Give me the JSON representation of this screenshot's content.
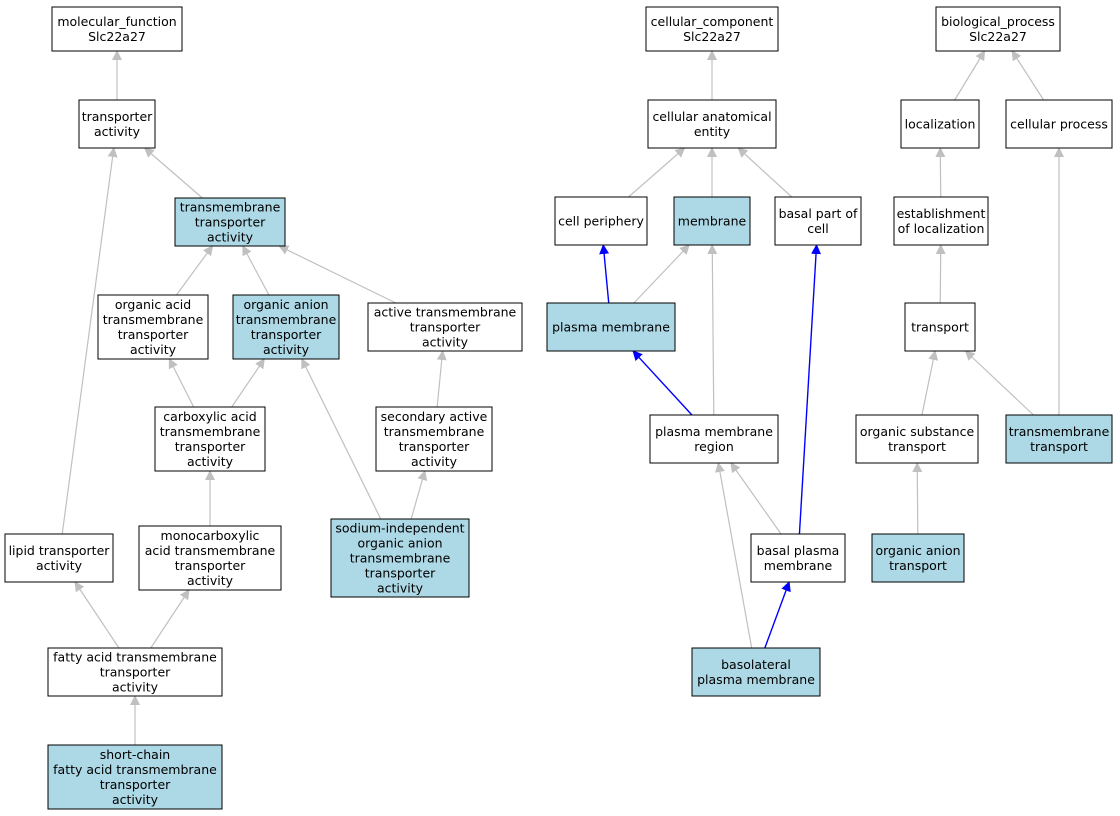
{
  "colors": {
    "highlight_fill": "#add8e6",
    "plain_fill": "#ffffff",
    "gray_edge": "#c0c0c0",
    "blue_edge": "#0000ff"
  },
  "nodes": [
    {
      "id": "mf",
      "lines": [
        "molecular_function",
        "Slc22a27"
      ],
      "highlight": false
    },
    {
      "id": "ta",
      "lines": [
        "transporter",
        "activity"
      ],
      "highlight": false
    },
    {
      "id": "tmta",
      "lines": [
        "transmembrane",
        "transporter",
        "activity"
      ],
      "highlight": true
    },
    {
      "id": "oatta",
      "lines": [
        "organic acid",
        "transmembrane",
        "transporter",
        "activity"
      ],
      "highlight": false
    },
    {
      "id": "oaniontta",
      "lines": [
        "organic anion",
        "transmembrane",
        "transporter",
        "activity"
      ],
      "highlight": true
    },
    {
      "id": "activetta",
      "lines": [
        "active transmembrane",
        "transporter",
        "activity"
      ],
      "highlight": false
    },
    {
      "id": "carbtta",
      "lines": [
        "carboxylic acid",
        "transmembrane",
        "transporter",
        "activity"
      ],
      "highlight": false
    },
    {
      "id": "sectta",
      "lines": [
        "secondary active",
        "transmembrane",
        "transporter",
        "activity"
      ],
      "highlight": false
    },
    {
      "id": "lipidta",
      "lines": [
        "lipid transporter",
        "activity"
      ],
      "highlight": false
    },
    {
      "id": "monotta",
      "lines": [
        "monocarboxylic",
        "acid transmembrane",
        "transporter",
        "activity"
      ],
      "highlight": false
    },
    {
      "id": "sodiumtta",
      "lines": [
        "sodium-independent",
        "organic anion",
        "transmembrane",
        "transporter",
        "activity"
      ],
      "highlight": true
    },
    {
      "id": "fatta",
      "lines": [
        "fatty acid transmembrane",
        "transporter",
        "activity"
      ],
      "highlight": false
    },
    {
      "id": "scfatta",
      "lines": [
        "short-chain",
        "fatty acid transmembrane",
        "transporter",
        "activity"
      ],
      "highlight": true
    },
    {
      "id": "cc",
      "lines": [
        "cellular_component",
        "Slc22a27"
      ],
      "highlight": false
    },
    {
      "id": "cae",
      "lines": [
        "cellular anatomical",
        "entity"
      ],
      "highlight": false
    },
    {
      "id": "cellper",
      "lines": [
        "cell periphery"
      ],
      "highlight": false
    },
    {
      "id": "membrane",
      "lines": [
        "membrane"
      ],
      "highlight": true
    },
    {
      "id": "basalpart",
      "lines": [
        "basal part of",
        "cell"
      ],
      "highlight": false
    },
    {
      "id": "pm",
      "lines": [
        "plasma membrane"
      ],
      "highlight": true
    },
    {
      "id": "pmr",
      "lines": [
        "plasma membrane",
        "region"
      ],
      "highlight": false
    },
    {
      "id": "basalpm",
      "lines": [
        "basal plasma",
        "membrane"
      ],
      "highlight": false
    },
    {
      "id": "blpm",
      "lines": [
        "basolateral",
        "plasma membrane"
      ],
      "highlight": true
    },
    {
      "id": "bp",
      "lines": [
        "biological_process",
        "Slc22a27"
      ],
      "highlight": false
    },
    {
      "id": "loc",
      "lines": [
        "localization"
      ],
      "highlight": false
    },
    {
      "id": "cellproc",
      "lines": [
        "cellular process"
      ],
      "highlight": false
    },
    {
      "id": "estloc",
      "lines": [
        "establishment",
        "of localization"
      ],
      "highlight": false
    },
    {
      "id": "transport",
      "lines": [
        "transport"
      ],
      "highlight": false
    },
    {
      "id": "orgsub",
      "lines": [
        "organic substance",
        "transport"
      ],
      "highlight": false
    },
    {
      "id": "tmtransport",
      "lines": [
        "transmembrane",
        "transport"
      ],
      "highlight": true
    },
    {
      "id": "oaniontransport",
      "lines": [
        "organic anion",
        "transport"
      ],
      "highlight": true
    }
  ],
  "edges": [
    {
      "from": "ta",
      "to": "mf",
      "color": "gray"
    },
    {
      "from": "tmta",
      "to": "ta",
      "color": "gray"
    },
    {
      "from": "lipidta",
      "to": "ta",
      "color": "gray"
    },
    {
      "from": "oatta",
      "to": "tmta",
      "color": "gray"
    },
    {
      "from": "oaniontta",
      "to": "tmta",
      "color": "gray"
    },
    {
      "from": "activetta",
      "to": "tmta",
      "color": "gray"
    },
    {
      "from": "carbtta",
      "to": "oatta",
      "color": "gray"
    },
    {
      "from": "carbtta",
      "to": "oaniontta",
      "color": "gray"
    },
    {
      "from": "sodiumtta",
      "to": "oaniontta",
      "color": "gray"
    },
    {
      "from": "sectta",
      "to": "activetta",
      "color": "gray"
    },
    {
      "from": "monotta",
      "to": "carbtta",
      "color": "gray"
    },
    {
      "from": "sodiumtta",
      "to": "sectta",
      "color": "gray"
    },
    {
      "from": "fatta",
      "to": "lipidta",
      "color": "gray"
    },
    {
      "from": "fatta",
      "to": "monotta",
      "color": "gray"
    },
    {
      "from": "scfatta",
      "to": "fatta",
      "color": "gray"
    },
    {
      "from": "cae",
      "to": "cc",
      "color": "gray"
    },
    {
      "from": "cellper",
      "to": "cae",
      "color": "gray"
    },
    {
      "from": "membrane",
      "to": "cae",
      "color": "gray"
    },
    {
      "from": "basalpart",
      "to": "cae",
      "color": "gray"
    },
    {
      "from": "pm",
      "to": "cellper",
      "color": "blue"
    },
    {
      "from": "pm",
      "to": "membrane",
      "color": "gray"
    },
    {
      "from": "pmr",
      "to": "membrane",
      "color": "gray"
    },
    {
      "from": "pmr",
      "to": "pm",
      "color": "blue"
    },
    {
      "from": "basalpm",
      "to": "basalpart",
      "color": "blue"
    },
    {
      "from": "basalpm",
      "to": "pmr",
      "color": "gray"
    },
    {
      "from": "blpm",
      "to": "pmr",
      "color": "gray"
    },
    {
      "from": "blpm",
      "to": "basalpm",
      "color": "blue"
    },
    {
      "from": "loc",
      "to": "bp",
      "color": "gray"
    },
    {
      "from": "cellproc",
      "to": "bp",
      "color": "gray"
    },
    {
      "from": "estloc",
      "to": "loc",
      "color": "gray"
    },
    {
      "from": "transport",
      "to": "estloc",
      "color": "gray"
    },
    {
      "from": "orgsub",
      "to": "transport",
      "color": "gray"
    },
    {
      "from": "tmtransport",
      "to": "transport",
      "color": "gray"
    },
    {
      "from": "tmtransport",
      "to": "cellproc",
      "color": "gray"
    },
    {
      "from": "oaniontransport",
      "to": "orgsub",
      "color": "gray"
    }
  ]
}
